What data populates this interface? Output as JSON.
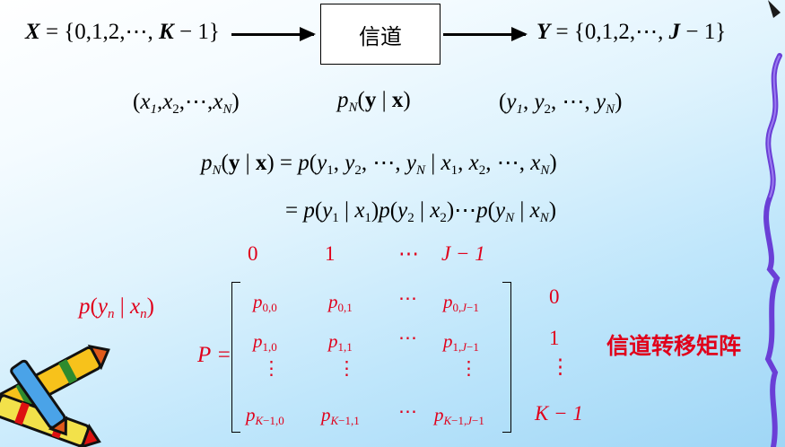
{
  "channel": {
    "label": "信道",
    "input_alphabet": "X = {0,1,2,⋯, K − 1}",
    "output_alphabet": "Y = {0,1,2,⋯, J − 1}"
  },
  "sequences": {
    "input": "(x1, x2, ⋯, xN)",
    "transition": "pN(y | x)",
    "output": "(y1, y2, ⋯, yN)"
  },
  "equations": {
    "line1": "pN(y | x) = p(y1, y2, ⋯, yN | x1, x2, ⋯, xN)",
    "line2": "= p(y1 | x1) p(y2 | x2) ⋯ p(yN | xN)"
  },
  "matrix": {
    "element_label": "p(yn | xn)",
    "name": "P =",
    "column_labels": [
      "0",
      "1",
      "⋯",
      "J − 1"
    ],
    "row_labels": [
      "0",
      "1",
      "⋮",
      "K − 1"
    ],
    "caption": "信道转移矩阵",
    "accent_color": "#e0001b"
  }
}
